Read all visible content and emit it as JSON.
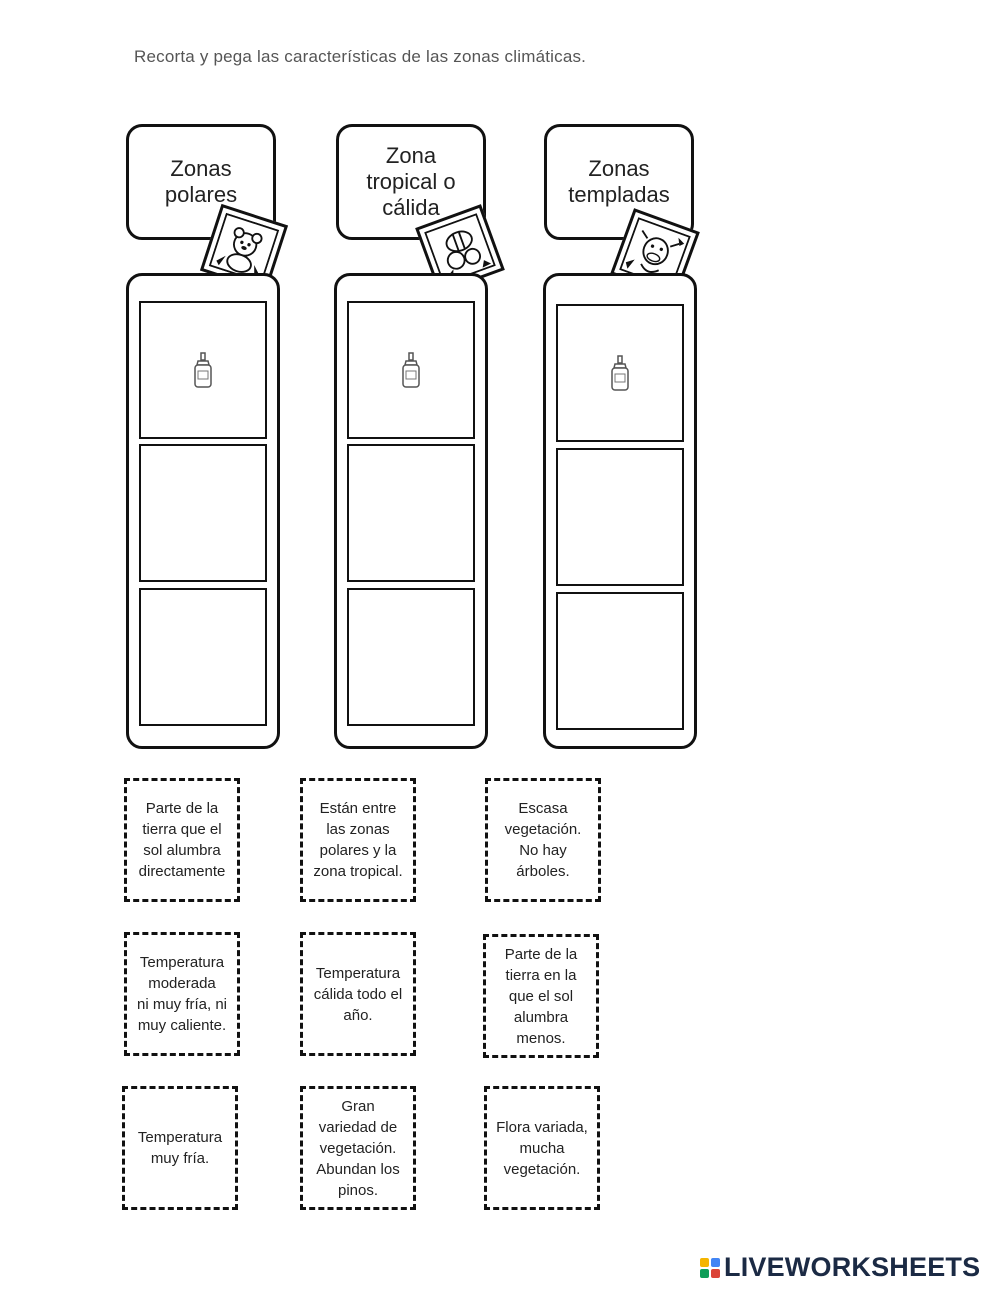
{
  "instruction": "Recorta y pega las características de las zonas climáticas.",
  "zones": [
    {
      "title": "Zonas\npolares",
      "stamp_icon": "bear-icon"
    },
    {
      "title": "Zona\ntropical o\ncálida",
      "stamp_icon": "bee-icon"
    },
    {
      "title": "Zonas\ntempladas",
      "stamp_icon": "cow-icon"
    }
  ],
  "glue_icon": "glue-bottle-icon",
  "cards": [
    "Parte de la\ntierra que el\nsol alumbra\ndirectamente",
    "Están entre\nlas zonas\npolares y la\nzona tropical.",
    "Escasa\nvegetación.\nNo hay\nárboles.",
    "Temperatura\nmoderada\nni muy fría, ni\nmuy caliente.",
    "Temperatura\ncálida todo el\naño.",
    "Parte de la\ntierra en la\nque el sol\nalumbra\nmenos.",
    "Temperatura\nmuy fría.",
    "Gran\nvariedad de\nvegetación.\nAbundan los\npinos.",
    "Flora variada,\nmucha\nvegetación."
  ],
  "footer": {
    "logo_text": "LIVEWORKSHEETS",
    "logo_colors": [
      "#f4b400",
      "#4285f4",
      "#0f9d58",
      "#db4437"
    ]
  }
}
